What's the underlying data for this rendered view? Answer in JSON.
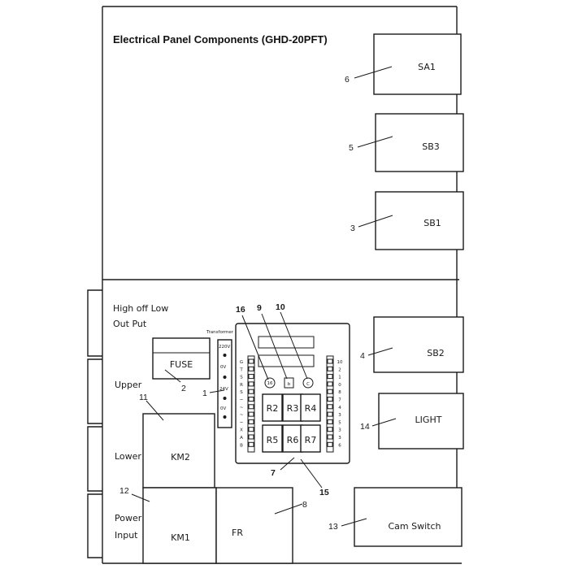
{
  "title": "Electrical Panel Components (GHD-20PFT)",
  "labels": {
    "sa1": "SA1",
    "sb3": "SB3",
    "sb1": "SB1",
    "sb2": "SB2",
    "light": "LIGHT",
    "cam_switch": "Cam Switch",
    "fuse": "FUSE",
    "km1": "KM1",
    "km2": "KM2",
    "fr": "FR",
    "transformer": "Transformer",
    "v220": "220V",
    "v0a": "0V",
    "v24": "24V",
    "v0b": "0V",
    "high_off_low": "High  off  Low",
    "output": "Out Put",
    "upper": "Upper",
    "lower": "Lower",
    "power": "Power",
    "input": "Input",
    "r2": "R2",
    "r3": "R3",
    "r4": "R4",
    "r5": "R5",
    "r6": "R6",
    "r7": "R7",
    "c16": "16",
    "c9": "b",
    "c10": "C"
  },
  "callouts": {
    "n1": "1",
    "n2": "2",
    "n3": "3",
    "n4": "4",
    "n5": "5",
    "n6": "6",
    "n7": "7",
    "n8": "8",
    "n9": "9",
    "n10": "10",
    "n11": "11",
    "n12": "12",
    "n13": "13",
    "n14": "14",
    "n15": "15",
    "n16": "16"
  },
  "board": {
    "left_pins": [
      "G",
      "T",
      "S",
      "R",
      "S",
      "~",
      "~",
      "~",
      "~",
      "X",
      "A",
      "B"
    ],
    "right_pins": [
      "10",
      "2",
      "1",
      "0",
      "8",
      "7",
      "4",
      "3",
      "5",
      "3",
      "3",
      "6"
    ]
  }
}
